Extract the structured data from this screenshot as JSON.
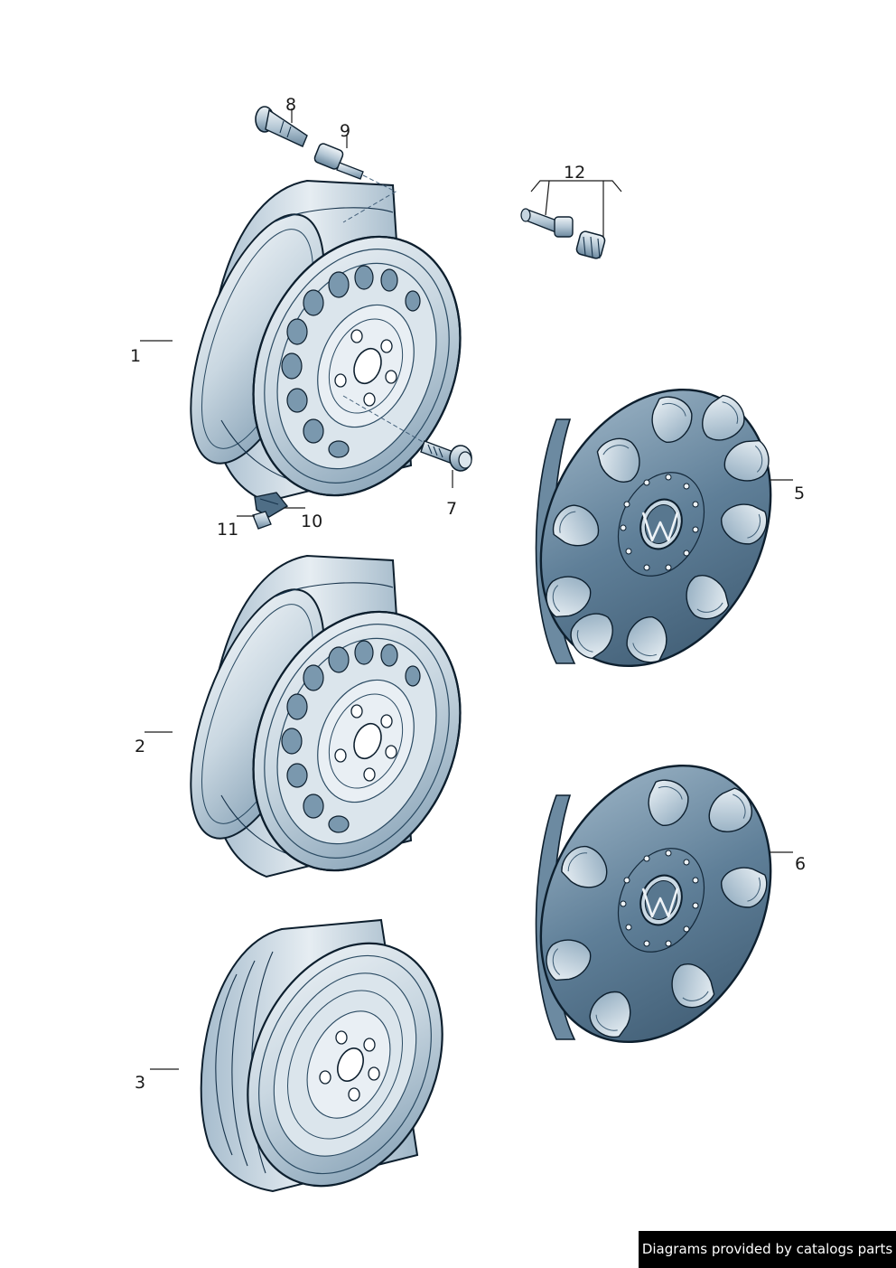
{
  "parts": [
    {
      "id": "1",
      "label": "1"
    },
    {
      "id": "2",
      "label": "2"
    },
    {
      "id": "3",
      "label": "3"
    },
    {
      "id": "5",
      "label": "5"
    },
    {
      "id": "6",
      "label": "6"
    },
    {
      "id": "7",
      "label": "7"
    },
    {
      "id": "8",
      "label": "8"
    },
    {
      "id": "9",
      "label": "9"
    },
    {
      "id": "10",
      "label": "10"
    },
    {
      "id": "11",
      "label": "11"
    },
    {
      "id": "12",
      "label": "12"
    }
  ],
  "emblem": "VW",
  "colors": {
    "steel_light": "#e3ebf1",
    "steel_mid": "#b7c9d6",
    "steel_dark": "#6f8ea5",
    "cover_dark": "#4d6c85",
    "cover_light": "#a9c0d0",
    "outline": "#0d1f2e",
    "credit_bg": "#000000",
    "credit_text": "#ffffff"
  },
  "credit": "Diagrams provided by catalogs parts"
}
